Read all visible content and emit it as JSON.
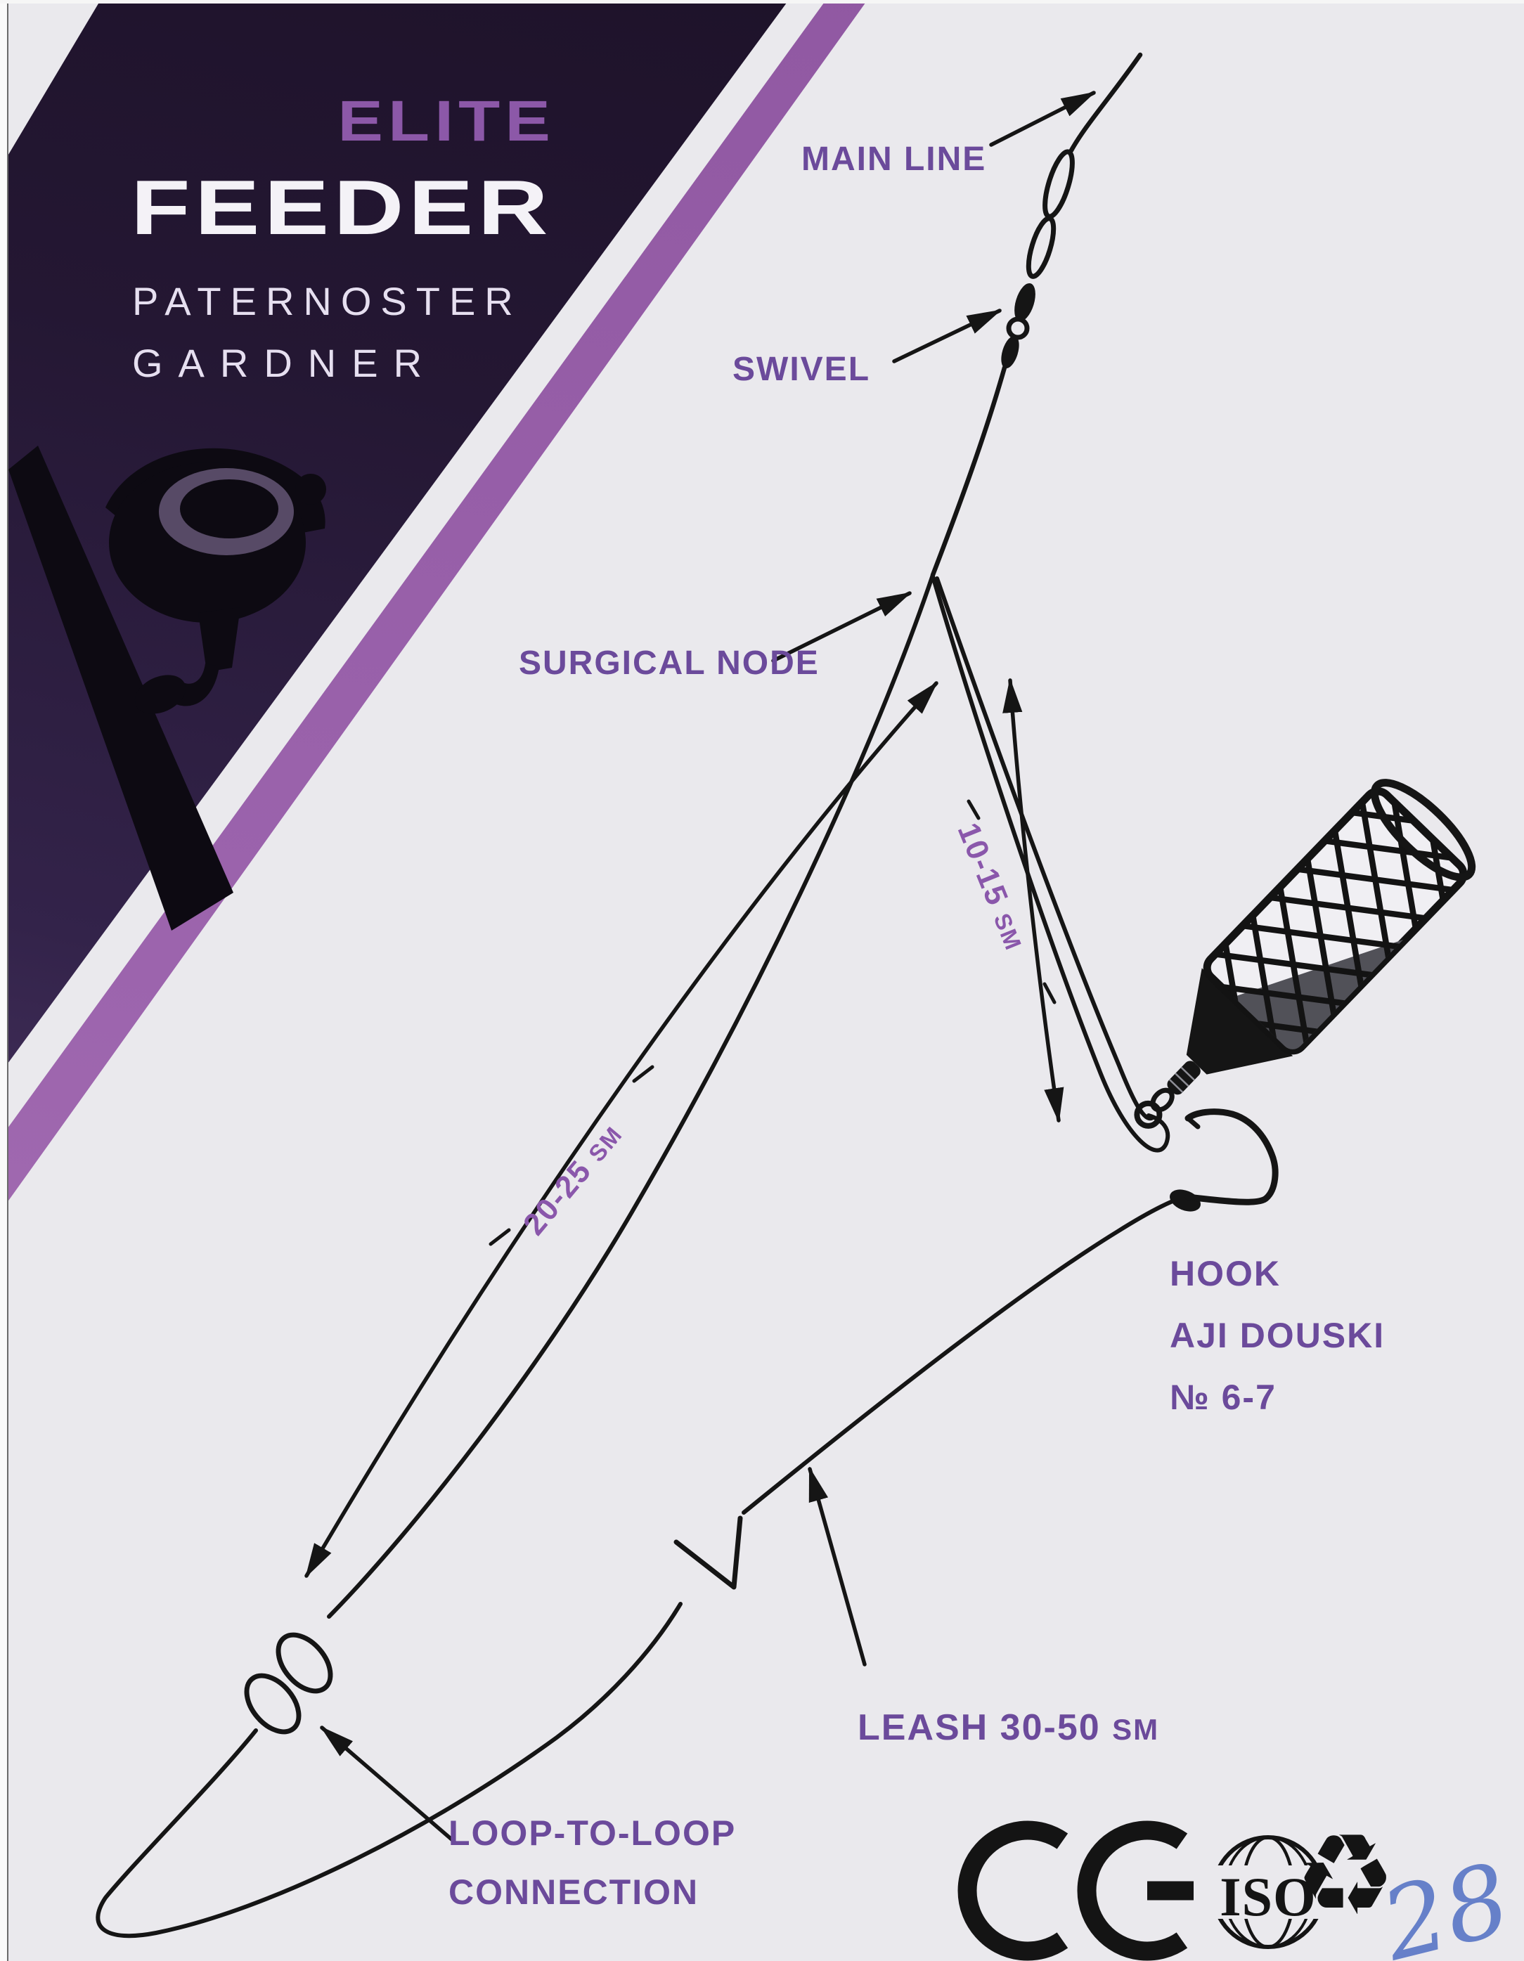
{
  "banner": {
    "line1": "ELITE",
    "line2": "FEEDER",
    "line3": "PATERNOSTER",
    "line4": "GARDNER"
  },
  "diagram_labels": {
    "main_line": "MAIN LINE",
    "swivel": "SWIVEL",
    "surgical_node": "SURGICAL NODE",
    "branch_length": {
      "value": "10-15",
      "unit": "SM"
    },
    "node_distance": {
      "value": "20-25",
      "unit": "SM"
    },
    "hook": {
      "line1": "HOOK",
      "line2": "AJI DOUSKI",
      "line3": "№ 6-7"
    },
    "leash": {
      "text": "LEASH 30-50",
      "unit": "SM"
    },
    "loop_connection": {
      "line1": "LOOP-TO-LOOP",
      "line2": "CONNECTION"
    }
  },
  "footer": {
    "ce_mark": "CE",
    "iso_text": "ISO",
    "recycle_glyph": "♻",
    "page_number_handwritten": "28"
  },
  "colors": {
    "background": "#eae9ed",
    "banner_dark": "#241733",
    "banner_light": "#74538c",
    "stripe_purple": "#9c64ad",
    "label_purple": "#6b4a9b",
    "measure_purple": "#8a57ab",
    "ink": "#151515",
    "pen_blue": "#6680c9"
  }
}
